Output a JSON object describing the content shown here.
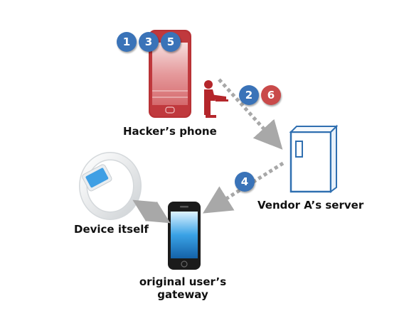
{
  "nodes": {
    "hacker_phone": {
      "label": "Hacker’s phone"
    },
    "vendor_server": {
      "label": "Vendor A’s server"
    },
    "device": {
      "label": "Device itself"
    },
    "gateway": {
      "label_line1": "original user’s",
      "label_line2": "gateway"
    }
  },
  "steps": {
    "s1": "1",
    "s3": "3",
    "s5": "5",
    "s2": "2",
    "s6": "6",
    "s4": "4"
  },
  "colors": {
    "badge_blue": "#3a73b8",
    "badge_red": "#c94a4a",
    "hacker_phone": "#b83236",
    "server_outline": "#2f6fb0",
    "arrow": "#a8a8a8"
  }
}
